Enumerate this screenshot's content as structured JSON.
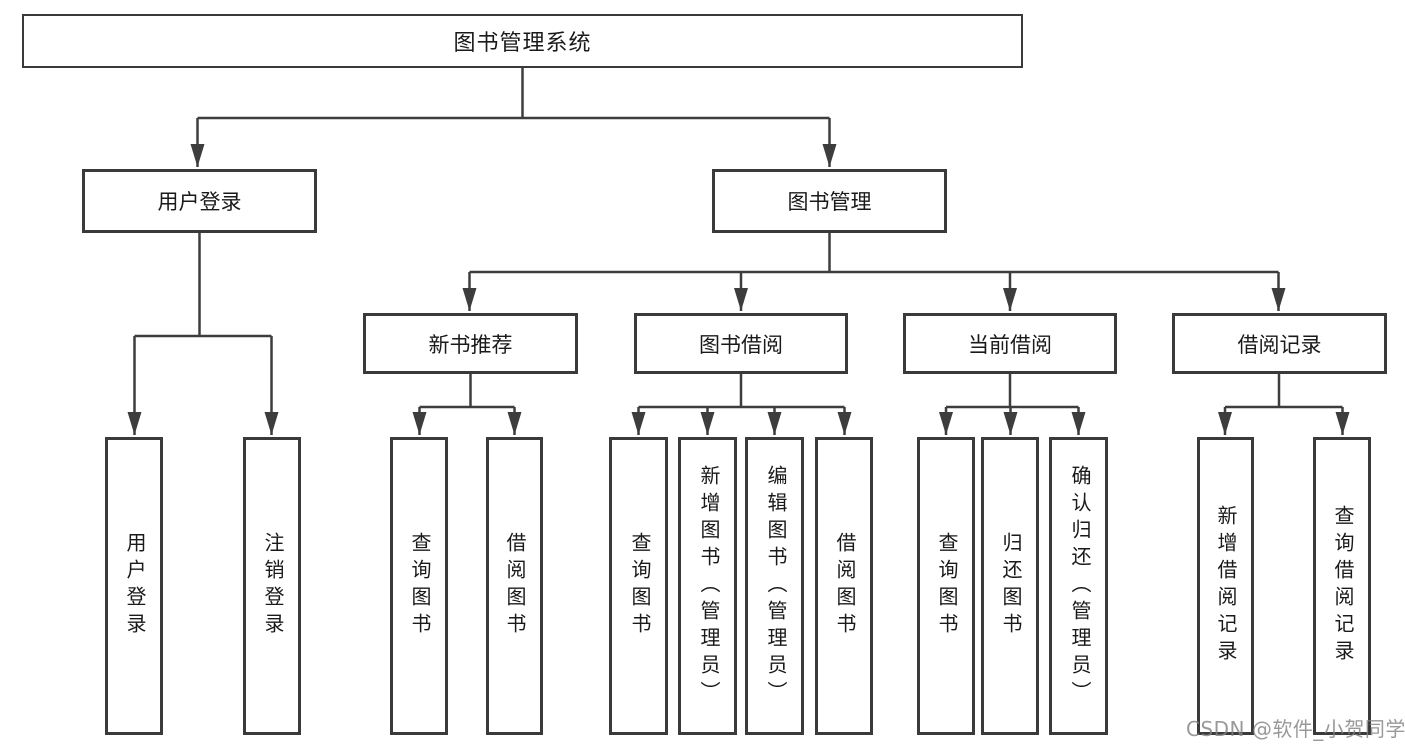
{
  "diagram": {
    "root": {
      "label": "图书管理系统"
    },
    "user_branch": {
      "label": "用户登录",
      "children": [
        {
          "label": "用户登录"
        },
        {
          "label": "注销登录"
        }
      ]
    },
    "book_branch": {
      "label": "图书管理",
      "sections": [
        {
          "label": "新书推荐",
          "children": [
            {
              "label": "查询图书"
            },
            {
              "label": "借阅图书"
            }
          ]
        },
        {
          "label": "图书借阅",
          "children": [
            {
              "label": "查询图书"
            },
            {
              "label": "新增图书（管理员）"
            },
            {
              "label": "编辑图书（管理员）"
            },
            {
              "label": "借阅图书"
            }
          ]
        },
        {
          "label": "当前借阅",
          "children": [
            {
              "label": "查询图书"
            },
            {
              "label": "归还图书"
            },
            {
              "label": "确认归还（管理员）"
            }
          ]
        },
        {
          "label": "借阅记录",
          "children": [
            {
              "label": "新增借阅记录"
            },
            {
              "label": "查询借阅记录"
            }
          ]
        }
      ]
    }
  },
  "watermark": {
    "text": "CSDN @软件_小贺同学"
  },
  "colors": {
    "line": "#3d3d3d",
    "box_border": "#3a3a3a",
    "text": "#1a1a1a",
    "background": "#ffffff",
    "watermark": "#828282"
  }
}
